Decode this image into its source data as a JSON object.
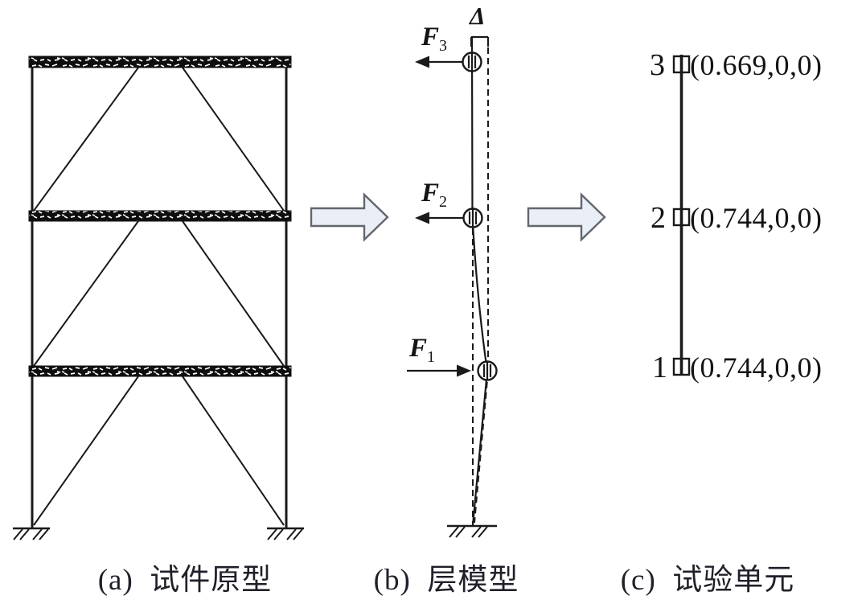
{
  "panels": {
    "a": {
      "caption": "(a)  试件原型",
      "description": "three-story braced frame prototype"
    },
    "b": {
      "caption": "(b)  层模型",
      "delta_label": "Δ",
      "forces": [
        {
          "base": "F",
          "sub": "3"
        },
        {
          "base": "F",
          "sub": "2"
        },
        {
          "base": "F",
          "sub": "1"
        }
      ]
    },
    "c": {
      "caption": "(c)  试验单元",
      "nodes": [
        {
          "label": "3",
          "coords": "(0.669,0,0)"
        },
        {
          "label": "2",
          "coords": "(0.744,0,0)"
        },
        {
          "label": "1",
          "coords": "(0.744,0,0)"
        }
      ]
    }
  },
  "colors": {
    "line": "#1a1a1a",
    "text": "#17171f",
    "slab_fill": "#0e0e0e",
    "arrow_fill": "#e9eef7",
    "arrow_border": "#63676d"
  }
}
